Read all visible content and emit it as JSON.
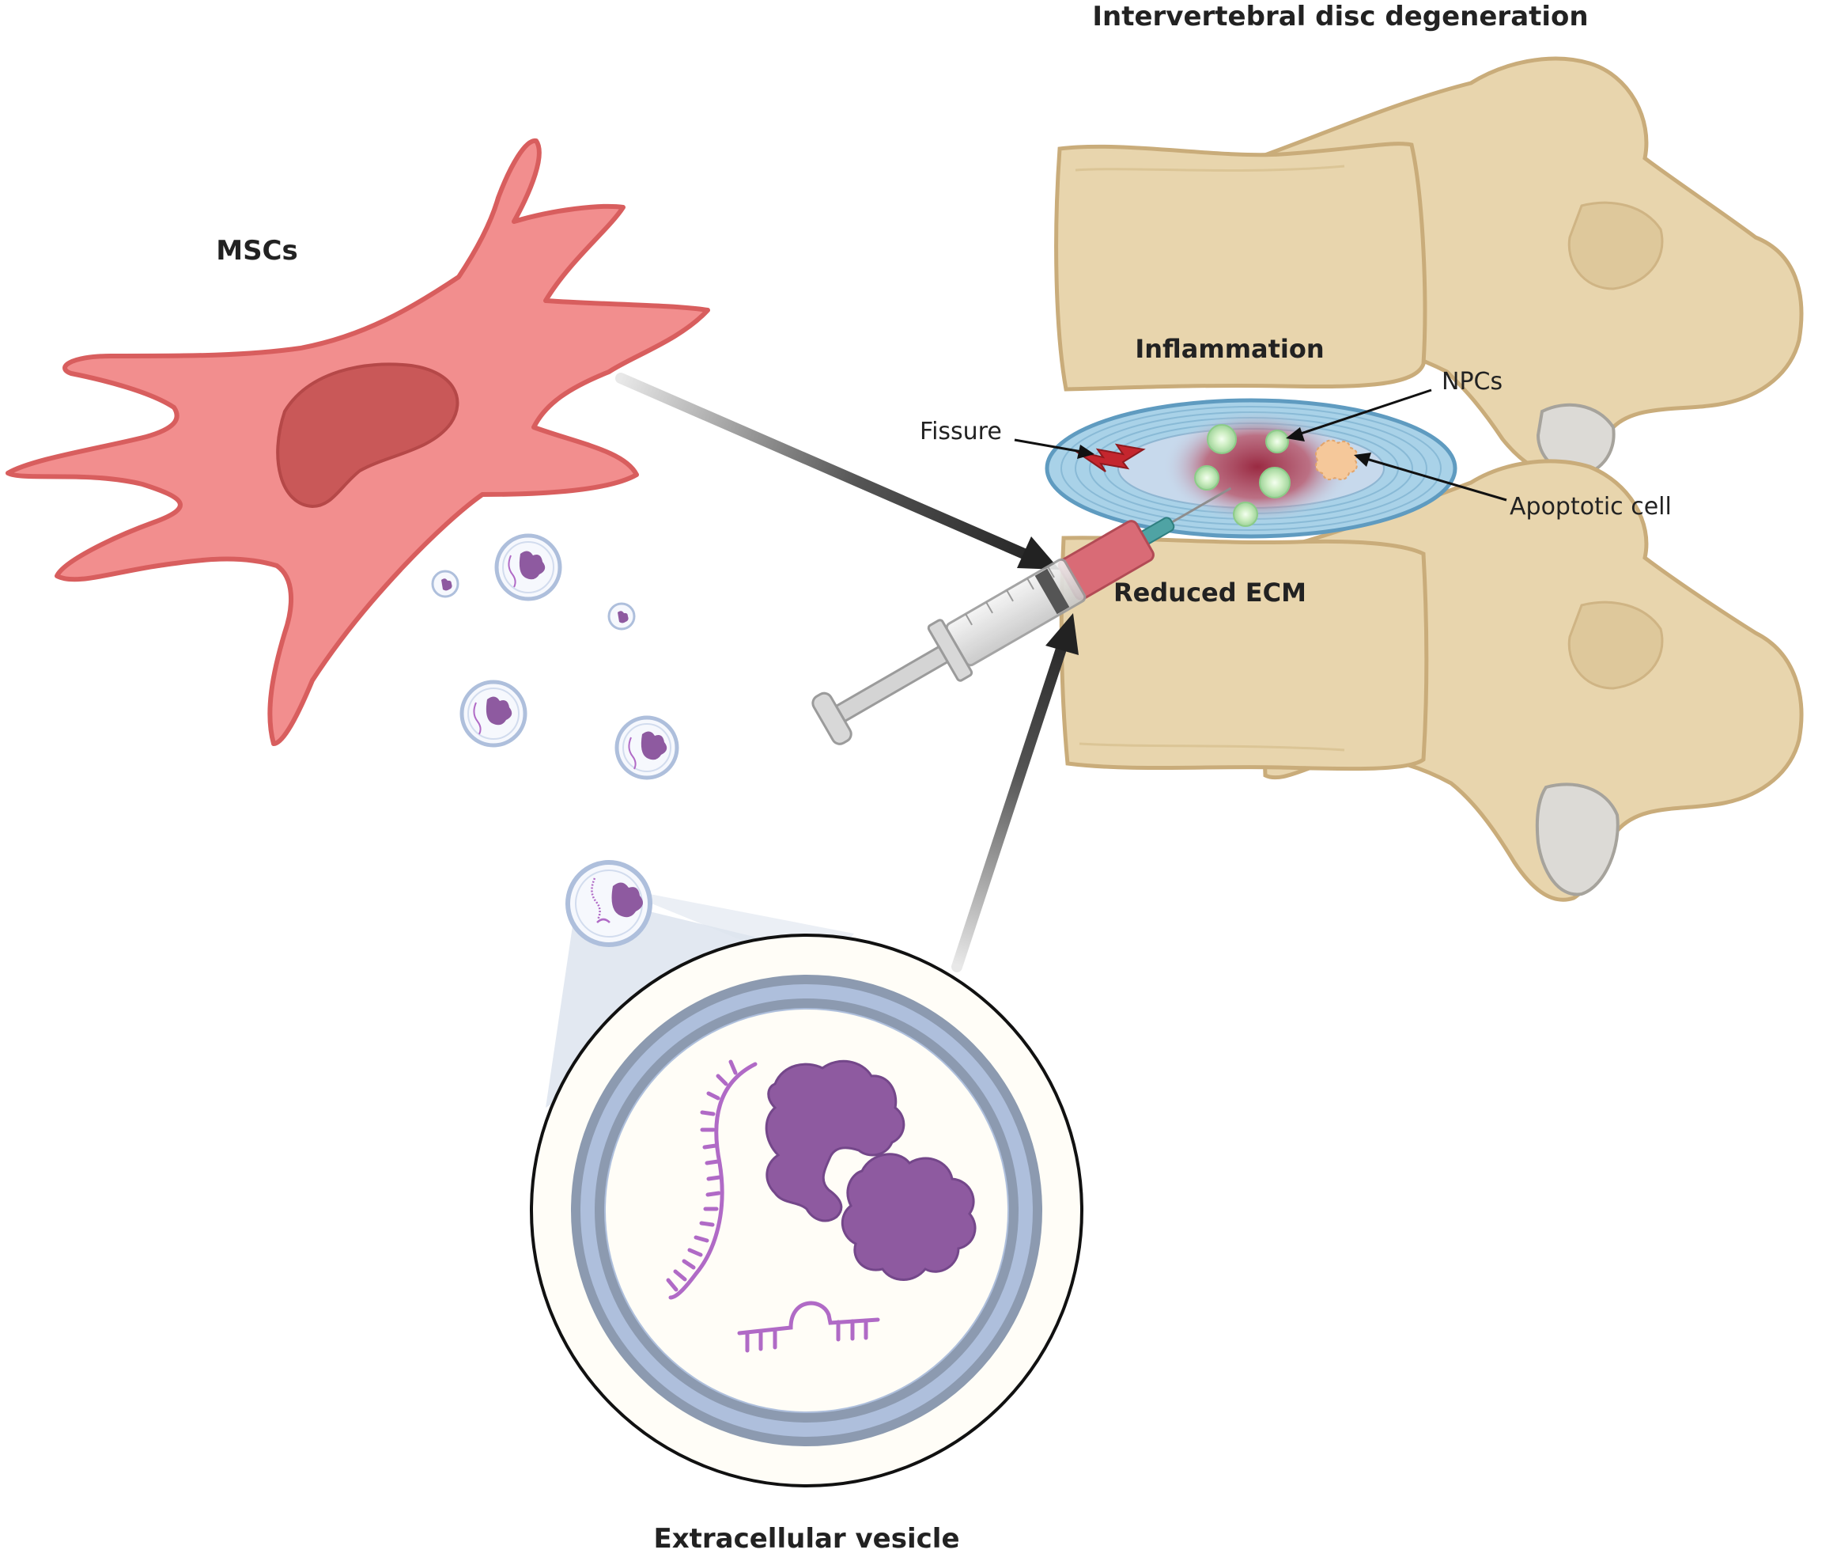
{
  "labels": {
    "title": "Intervertebral disc degeneration",
    "mscs": "MSCs",
    "inflammation": "Inflammation",
    "npcs": "NPCs",
    "fissure": "Fissure",
    "apoptotic_cell": "Apoptotic cell",
    "reduced_ecm": "Reduced ECM",
    "extracellular_vesicle": "Extracellular vesicle"
  },
  "icons": {
    "msc": "msc-cell-icon",
    "vertebrae": "vertebra-icon",
    "disc": "intervertebral-disc-icon",
    "syringe": "syringe-icon",
    "vesicle": "extracellular-vesicle-icon",
    "rna": "rna-strand-icon",
    "protein": "protein-cluster-icon"
  },
  "colors": {
    "msc_cell": "#f28e8e",
    "msc_outline": "#d85e5e",
    "msc_nucleus": "#c95858",
    "bone": "#e8d5ad",
    "bone_outline": "#c9ac7a",
    "disc": "#a9d2e8",
    "disc_outline": "#5f9bc0",
    "inflammation": "#b0455a",
    "npc_cell": "#cfeec4",
    "fissure": "#c4262e",
    "apoptotic": "#f5c89a",
    "vesicle_ring": "#aebfdc",
    "vesicle_band": "#8c9ab0",
    "cargo_protein": "#8e5aa0",
    "cargo_rna": "#b06ac6",
    "arrow": "#222222"
  }
}
